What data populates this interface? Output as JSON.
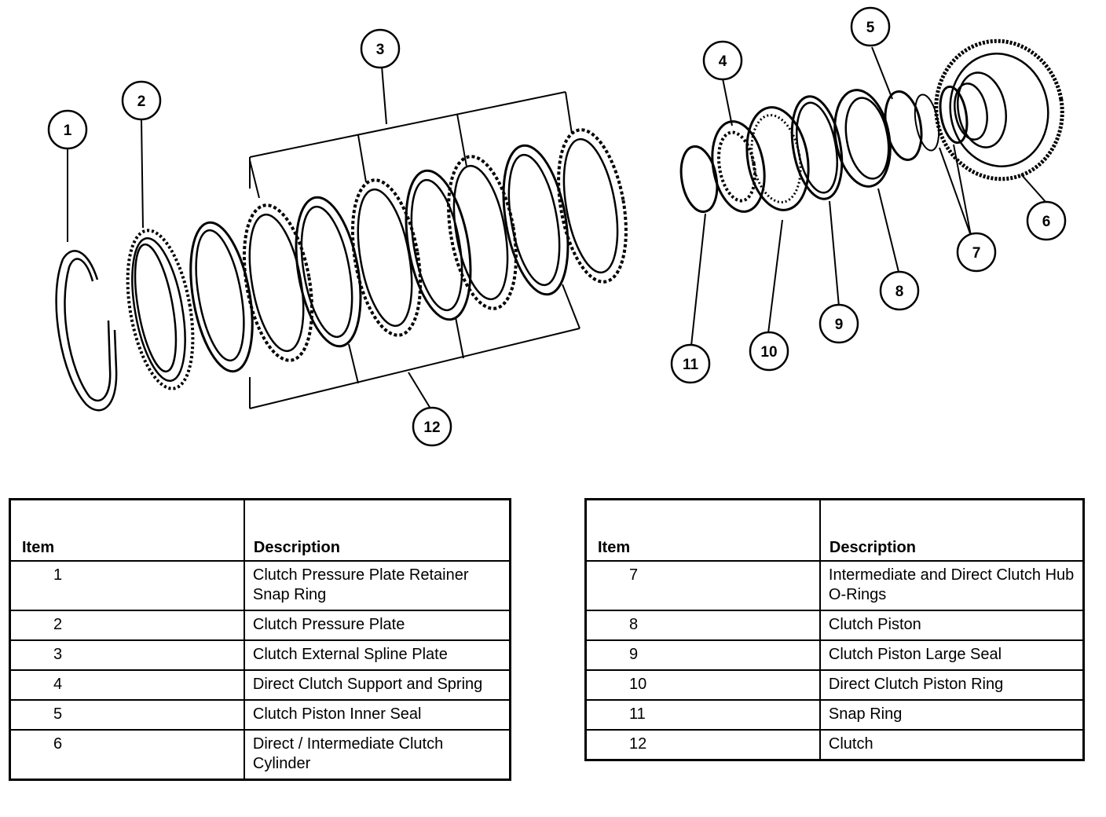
{
  "callouts": [
    "1",
    "2",
    "3",
    "4",
    "5",
    "6",
    "7",
    "8",
    "9",
    "10",
    "11",
    "12"
  ],
  "legend": {
    "item_header": "Item",
    "description_header": "Description",
    "left_rows": [
      {
        "item": "1",
        "description": "Clutch Pressure Plate Retainer Snap Ring"
      },
      {
        "item": "2",
        "description": "Clutch Pressure Plate"
      },
      {
        "item": "3",
        "description": "Clutch External Spline Plate"
      },
      {
        "item": "4",
        "description": "Direct Clutch Support and Spring"
      },
      {
        "item": "5",
        "description": "Clutch Piston Inner Seal"
      },
      {
        "item": "6",
        "description": "Direct / Intermediate Clutch Cylinder"
      }
    ],
    "right_rows": [
      {
        "item": "7",
        "description": "Intermediate and Direct Clutch Hub O-Rings"
      },
      {
        "item": "8",
        "description": "Clutch Piston"
      },
      {
        "item": "9",
        "description": "Clutch Piston Large Seal"
      },
      {
        "item": "10",
        "description": "Direct Clutch Piston Ring"
      },
      {
        "item": "11",
        "description": "Snap Ring"
      },
      {
        "item": "12",
        "description": "Clutch"
      }
    ]
  }
}
